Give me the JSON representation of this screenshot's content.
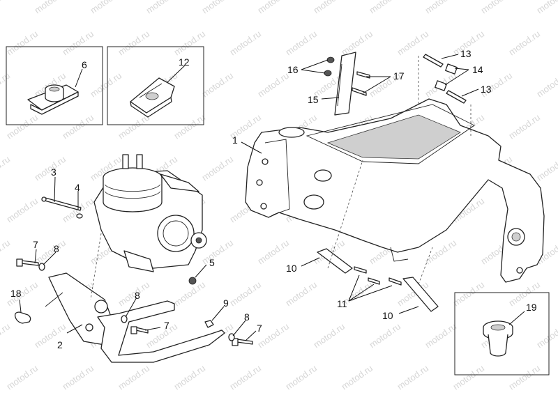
{
  "watermark": "motod.ru",
  "callouts": [
    "1",
    "2",
    "3",
    "4",
    "5",
    "6",
    "7",
    "7",
    "7",
    "8",
    "8",
    "8",
    "9",
    "10",
    "10",
    "11",
    "12",
    "13",
    "13",
    "14",
    "15",
    "16",
    "17",
    "18",
    "19"
  ]
}
